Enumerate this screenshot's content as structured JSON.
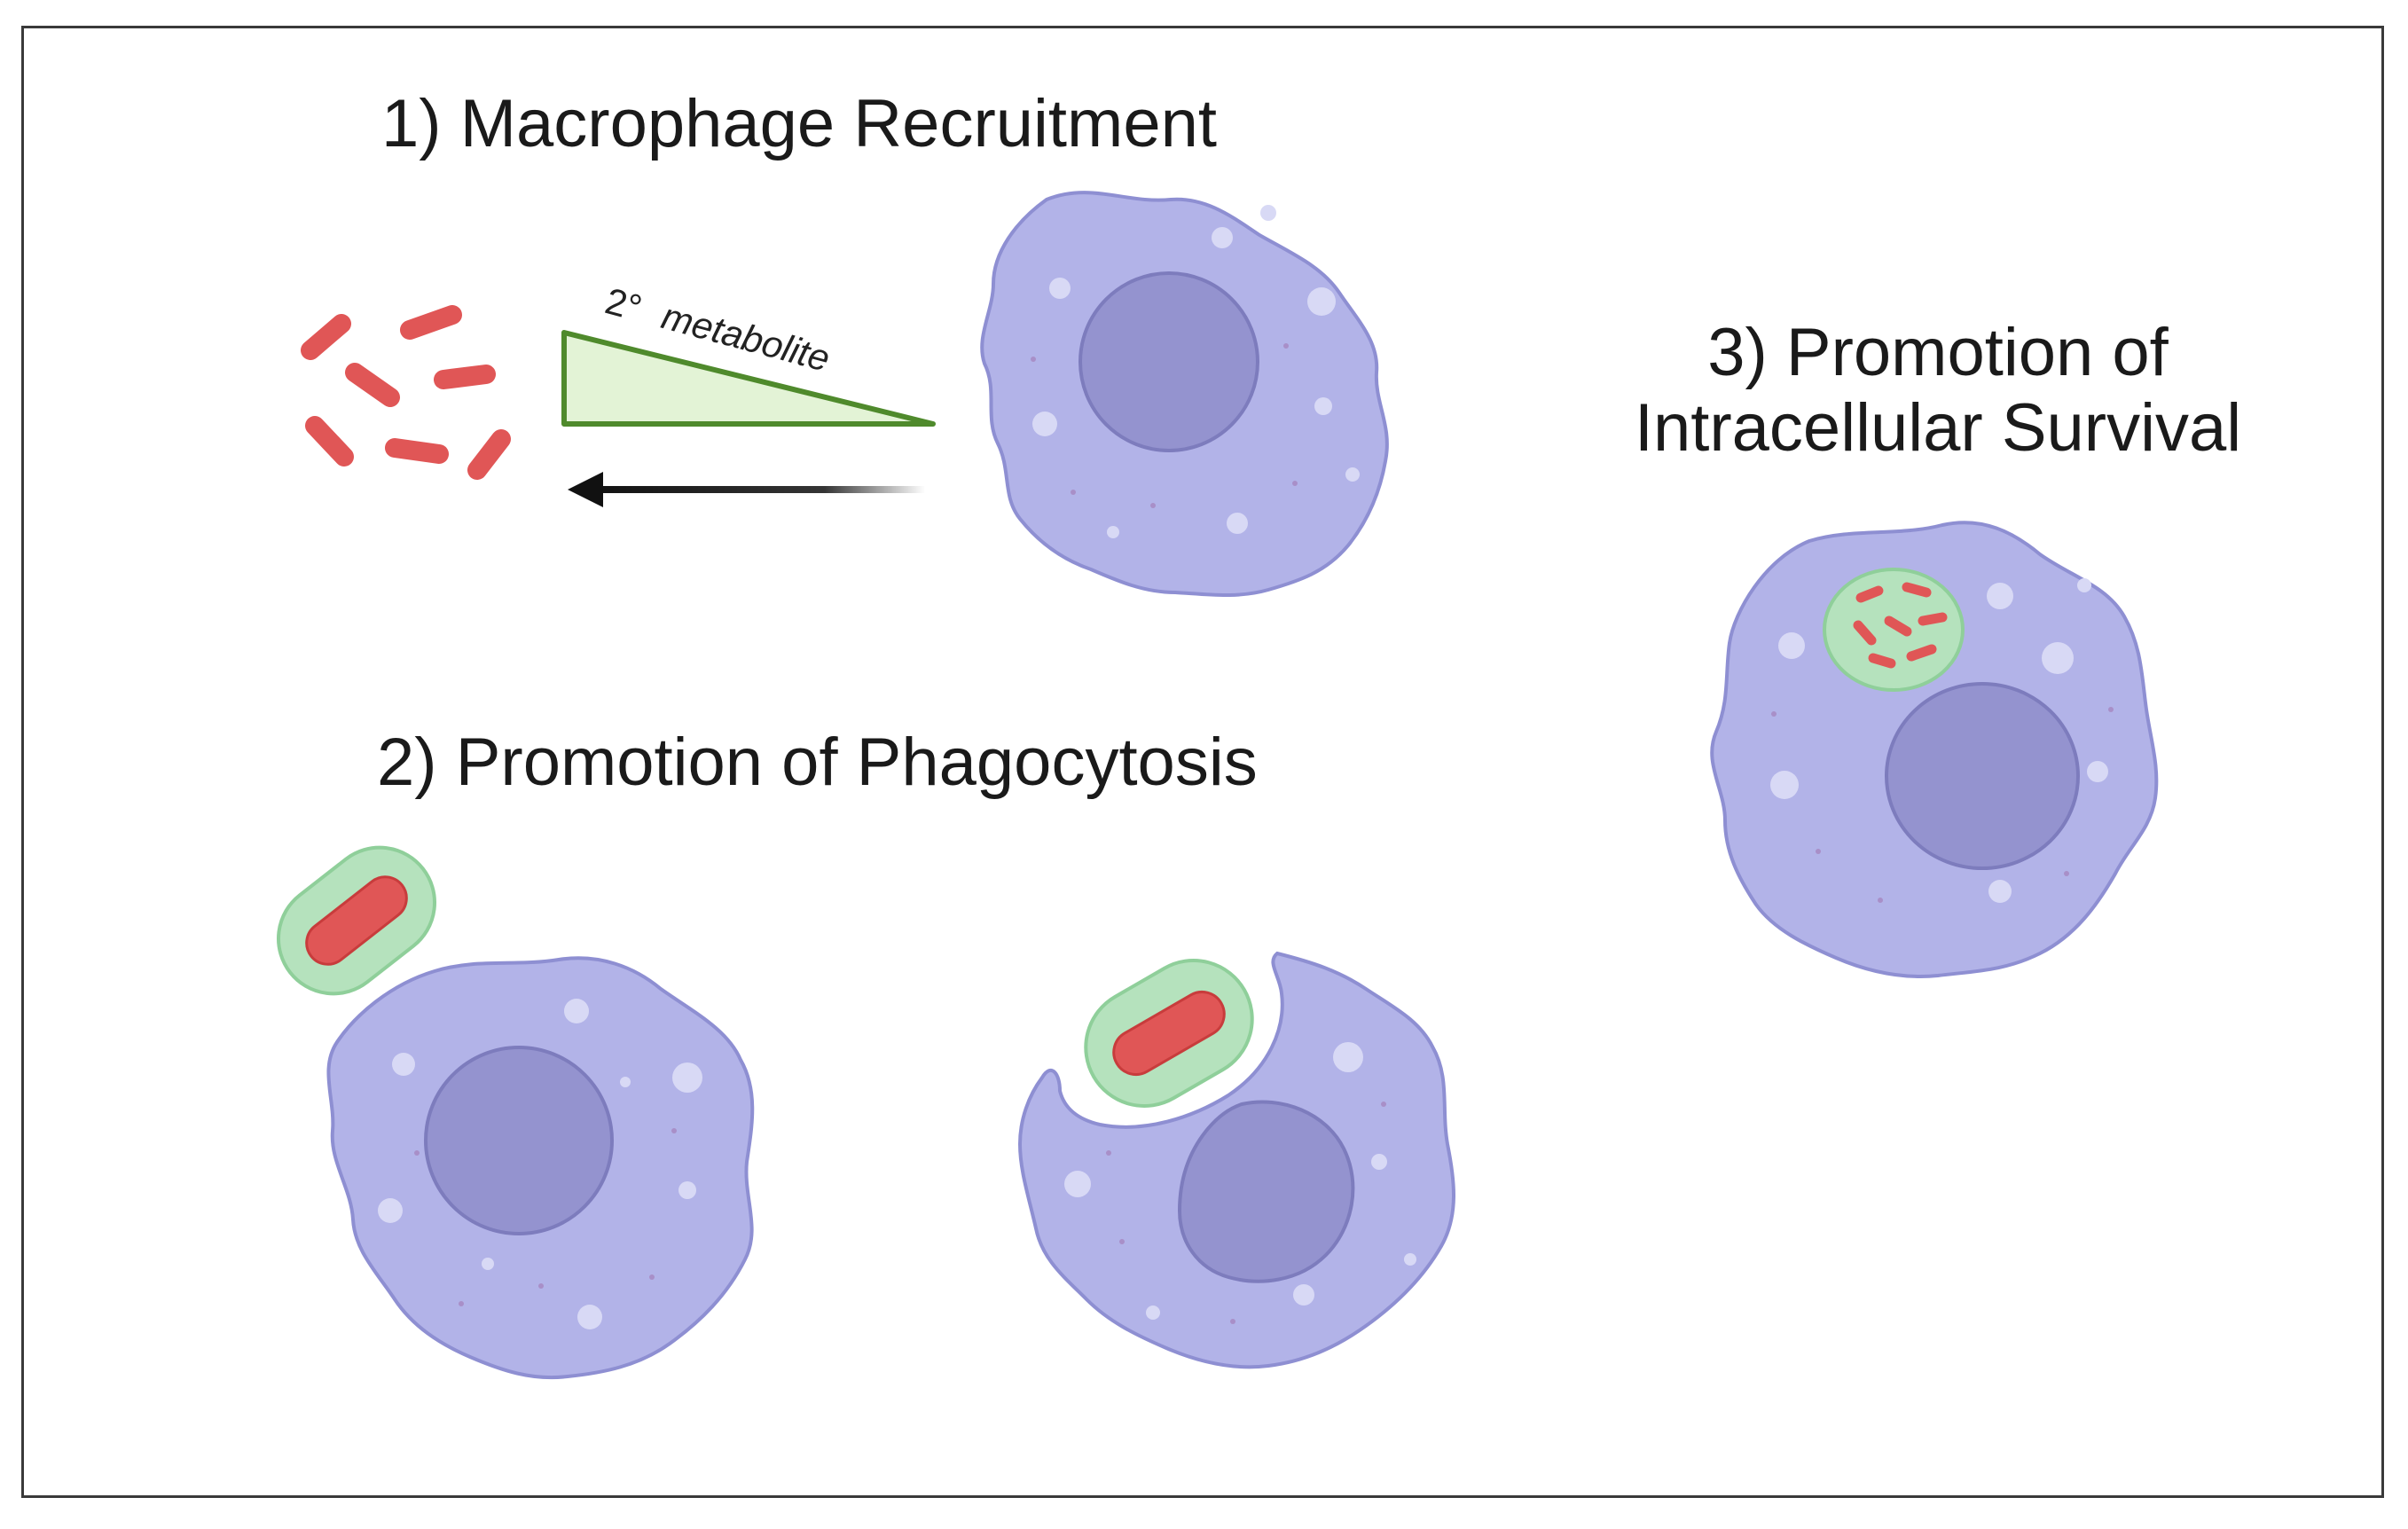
{
  "labels": {
    "step1": "1) Macrophage Recruitment",
    "step2": "2) Promotion of Phagocytosis",
    "step3_line1": "3) Promotion of",
    "step3_line2": "Intracellular Survival",
    "metabolite_prefix": "2°",
    "metabolite_word": "metabolite"
  },
  "colors": {
    "cell_fill": "#b2b3e8",
    "cell_stroke": "#8e8fd2",
    "nucleus_fill": "#9493cf",
    "nucleus_stroke": "#7d7cbd",
    "bacterium": "#e05656",
    "bacterium_dark": "#c83c3c",
    "capsule_fill": "#b5e2bd",
    "capsule_stroke": "#8fcf9a",
    "gradient_stroke": "#4f8a2c",
    "gradient_fill": "#e3f3d6",
    "arrow": "#111111"
  }
}
